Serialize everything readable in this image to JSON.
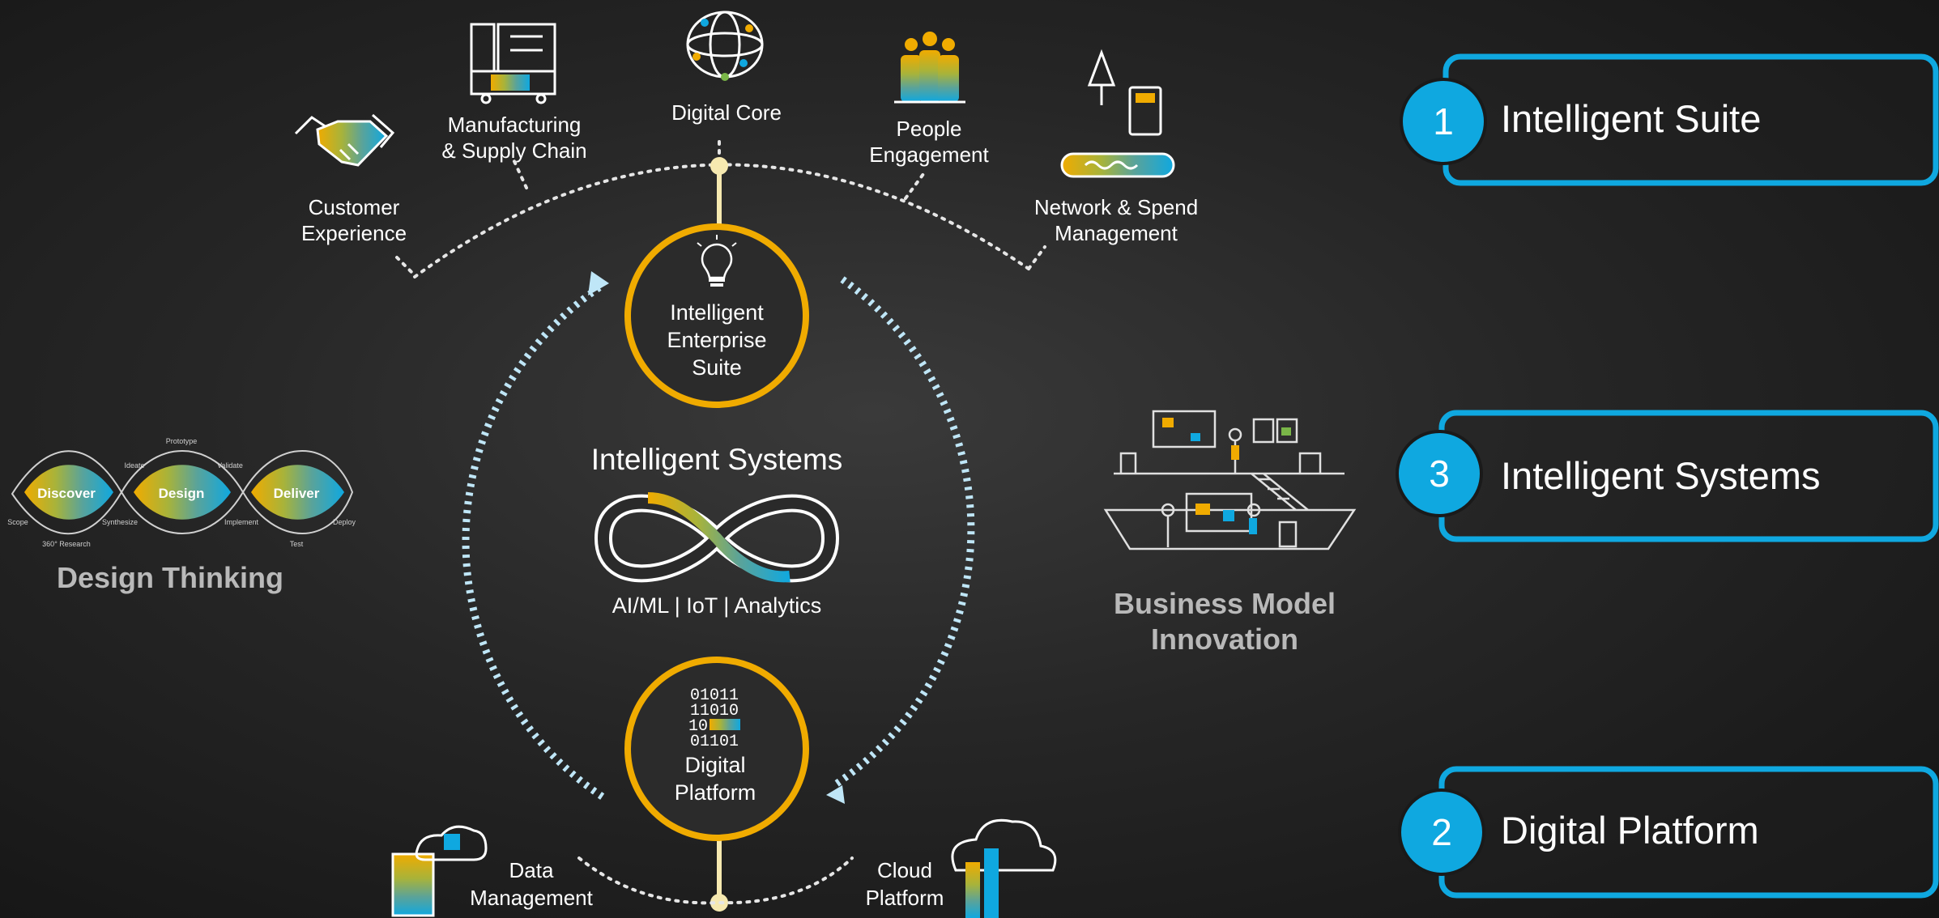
{
  "center": {
    "suite_label": [
      "Intelligent",
      "Enterprise",
      "Suite"
    ],
    "platform_label": [
      "Digital",
      "Platform"
    ],
    "systems_title": "Intelligent Systems",
    "systems_caption": "AI/ML  |  IoT |  Analytics",
    "binary_lines": [
      "01011",
      "11010",
      "10",
      "01101"
    ]
  },
  "top_apps": {
    "customer": [
      "Customer",
      "Experience"
    ],
    "manufacturing": [
      "Manufacturing",
      "& Supply Chain"
    ],
    "digital_core": "Digital Core",
    "people": [
      "People",
      "Engagement"
    ],
    "network": [
      "Network & Spend",
      "Management"
    ]
  },
  "bottom_apps": {
    "data": [
      "Data",
      "Management"
    ],
    "cloud": [
      "Cloud",
      "Platform"
    ]
  },
  "design_thinking": {
    "title": "Design Thinking",
    "stages": [
      "Discover",
      "Design",
      "Deliver"
    ],
    "steps": [
      "Scope",
      "360° Research",
      "Synthesize",
      "Ideate",
      "Prototype",
      "Validate",
      "Implement",
      "Test",
      "Deploy"
    ]
  },
  "business_model": {
    "title": [
      "Business Model",
      "Innovation"
    ]
  },
  "pillars": [
    {
      "number": "1",
      "label": "Intelligent Suite"
    },
    {
      "number": "3",
      "label": "Intelligent Systems"
    },
    {
      "number": "2",
      "label": "Digital Platform"
    }
  ],
  "colors": {
    "gold": "#f0ab00",
    "blue": "#0fa8e0",
    "light_blue": "#bfe6f7",
    "green": "#7ab648",
    "teal": "#5aa39a"
  }
}
